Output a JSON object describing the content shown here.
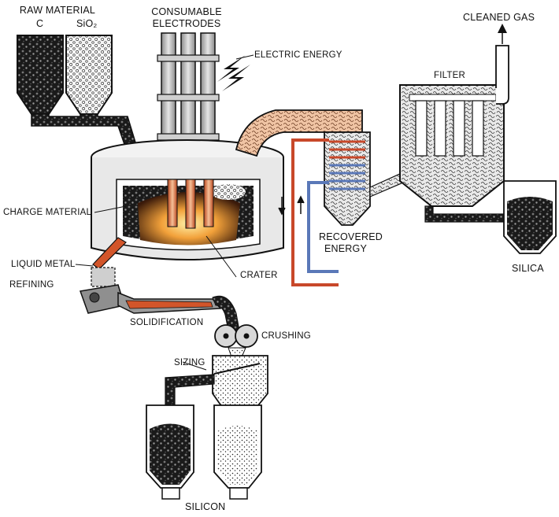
{
  "labels": {
    "raw_material": "RAW MATERIAL",
    "carbon": "C",
    "silica_raw": "SiO₂",
    "consumable_electrodes_line1": "CONSUMABLE",
    "consumable_electrodes_line2": "ELECTRODES",
    "electric_energy": "ELECTRIC ENERGY",
    "cleaned_gas": "CLEANED GAS",
    "filter": "FILTER",
    "charge_material": "CHARGE MATERIAL",
    "recovered_energy_line1": "RECOVERED",
    "recovered_energy_line2": "ENERGY",
    "silica": "SILICA",
    "liquid_metal": "LIQUID METAL",
    "crater": "CRATER",
    "refining": "REFINING",
    "solidification": "SOLIDIFICATION",
    "crushing": "CRUSHING",
    "sizing": "SIZING",
    "silicon": "SILICON"
  },
  "colors": {
    "outline": "#111111",
    "hot_metal": "#d2552a",
    "glow": "#f2a13a",
    "recovered_red": "#c8482a",
    "recovered_blue": "#5a78b8",
    "furnace_wall": "#e8e8e8",
    "coal": "#1a1a1a",
    "quartz_fill": "#f5f5f5"
  }
}
